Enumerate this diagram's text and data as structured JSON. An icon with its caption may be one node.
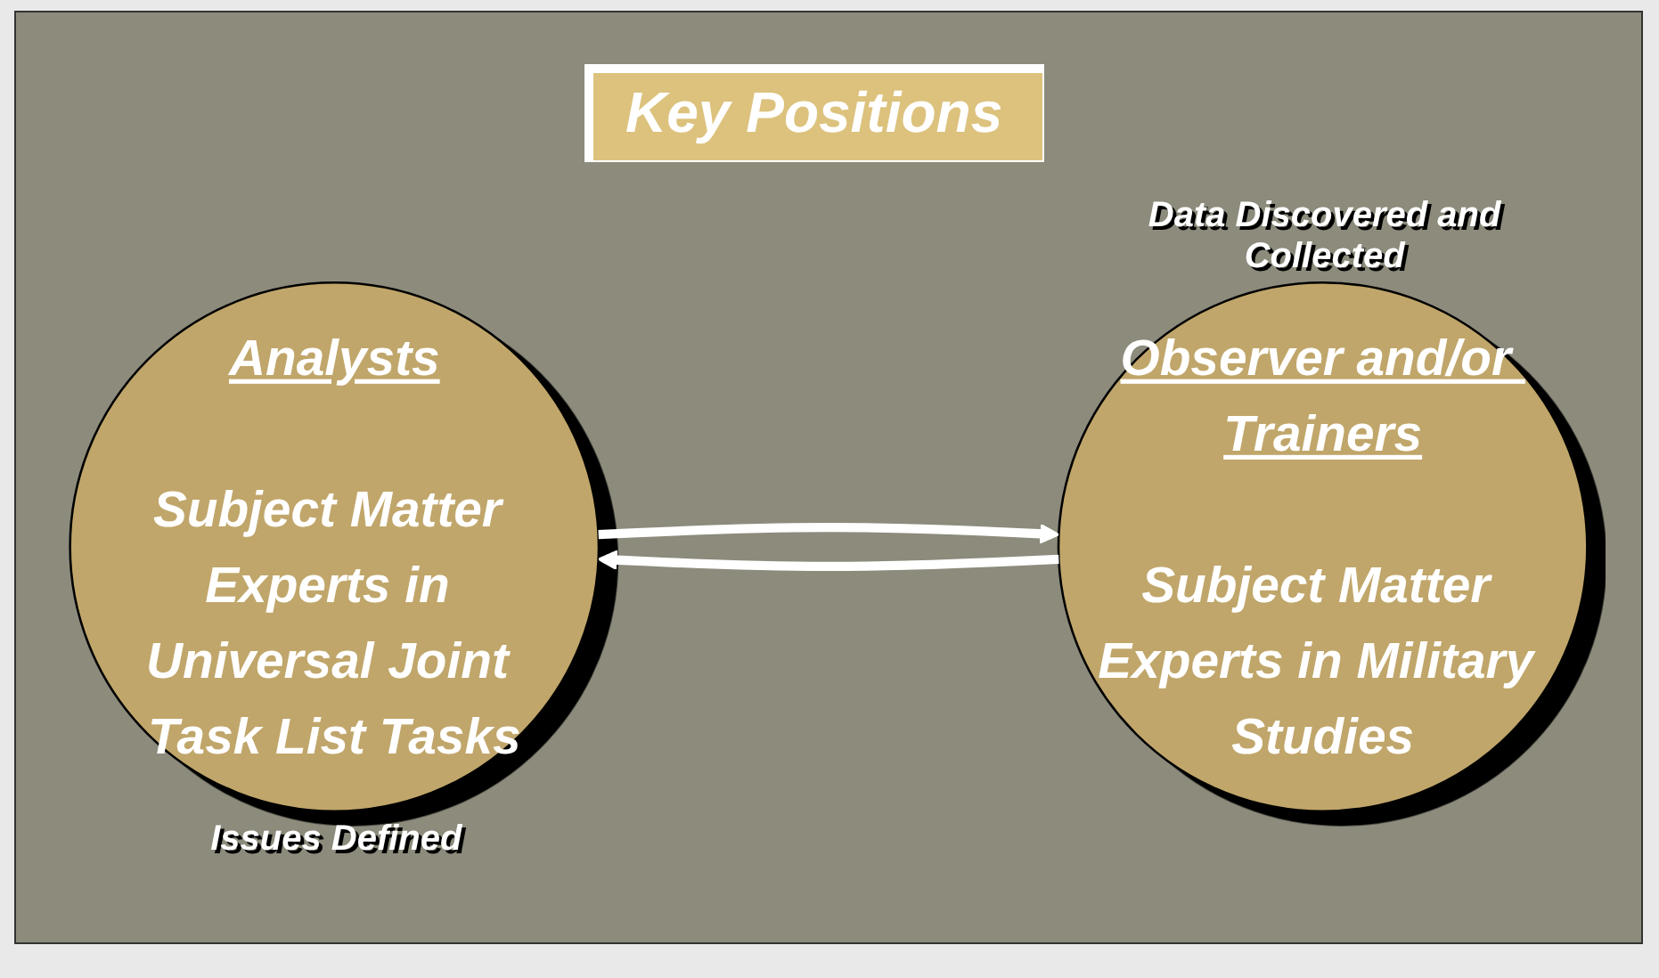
{
  "diagram": {
    "title": "Key Positions",
    "nodes": [
      {
        "text": [
          "Analysts",
          "Subject Matter Experts in Universal Joint Task List Tasks"
        ],
        "beside": [
          "Issues Defined"
        ]
      },
      {
        "text": [
          "Observer and/or Trainers",
          "Subject Matter Experts in Military Studies"
        ],
        "beside": [
          "Data Discovered and Collected"
        ]
      }
    ],
    "edges": [
      {
        "from": 0,
        "to": 1,
        "arrow": "to"
      },
      {
        "from": 1,
        "to": 0,
        "arrow": "to"
      }
    ]
  }
}
